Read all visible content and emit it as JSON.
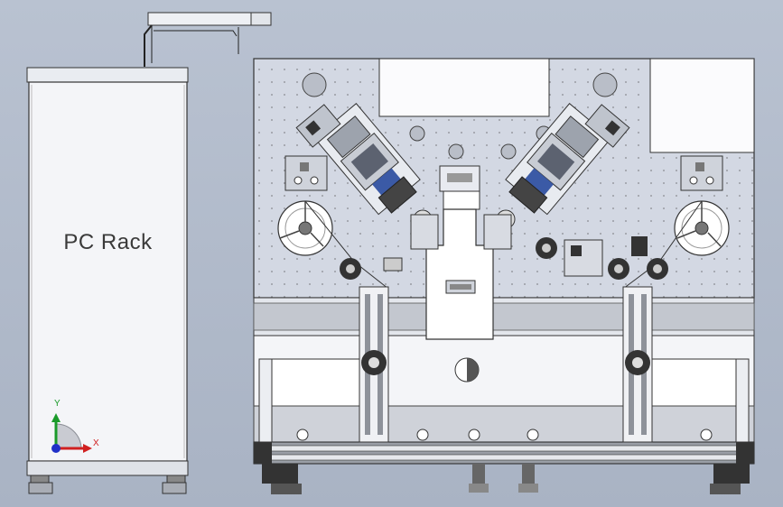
{
  "rack": {
    "label": "PC Rack"
  },
  "triad": {
    "y_label": "Y",
    "x_label": "X"
  },
  "colors": {
    "background": "#aeb7c7",
    "machine_panel": "#d3d8e3",
    "rack_body": "#f4f5f8",
    "frame_gray": "#9a9ea6",
    "axis_x": "#d02020",
    "axis_y": "#1a9a2a",
    "axis_z": "#2030c8"
  }
}
